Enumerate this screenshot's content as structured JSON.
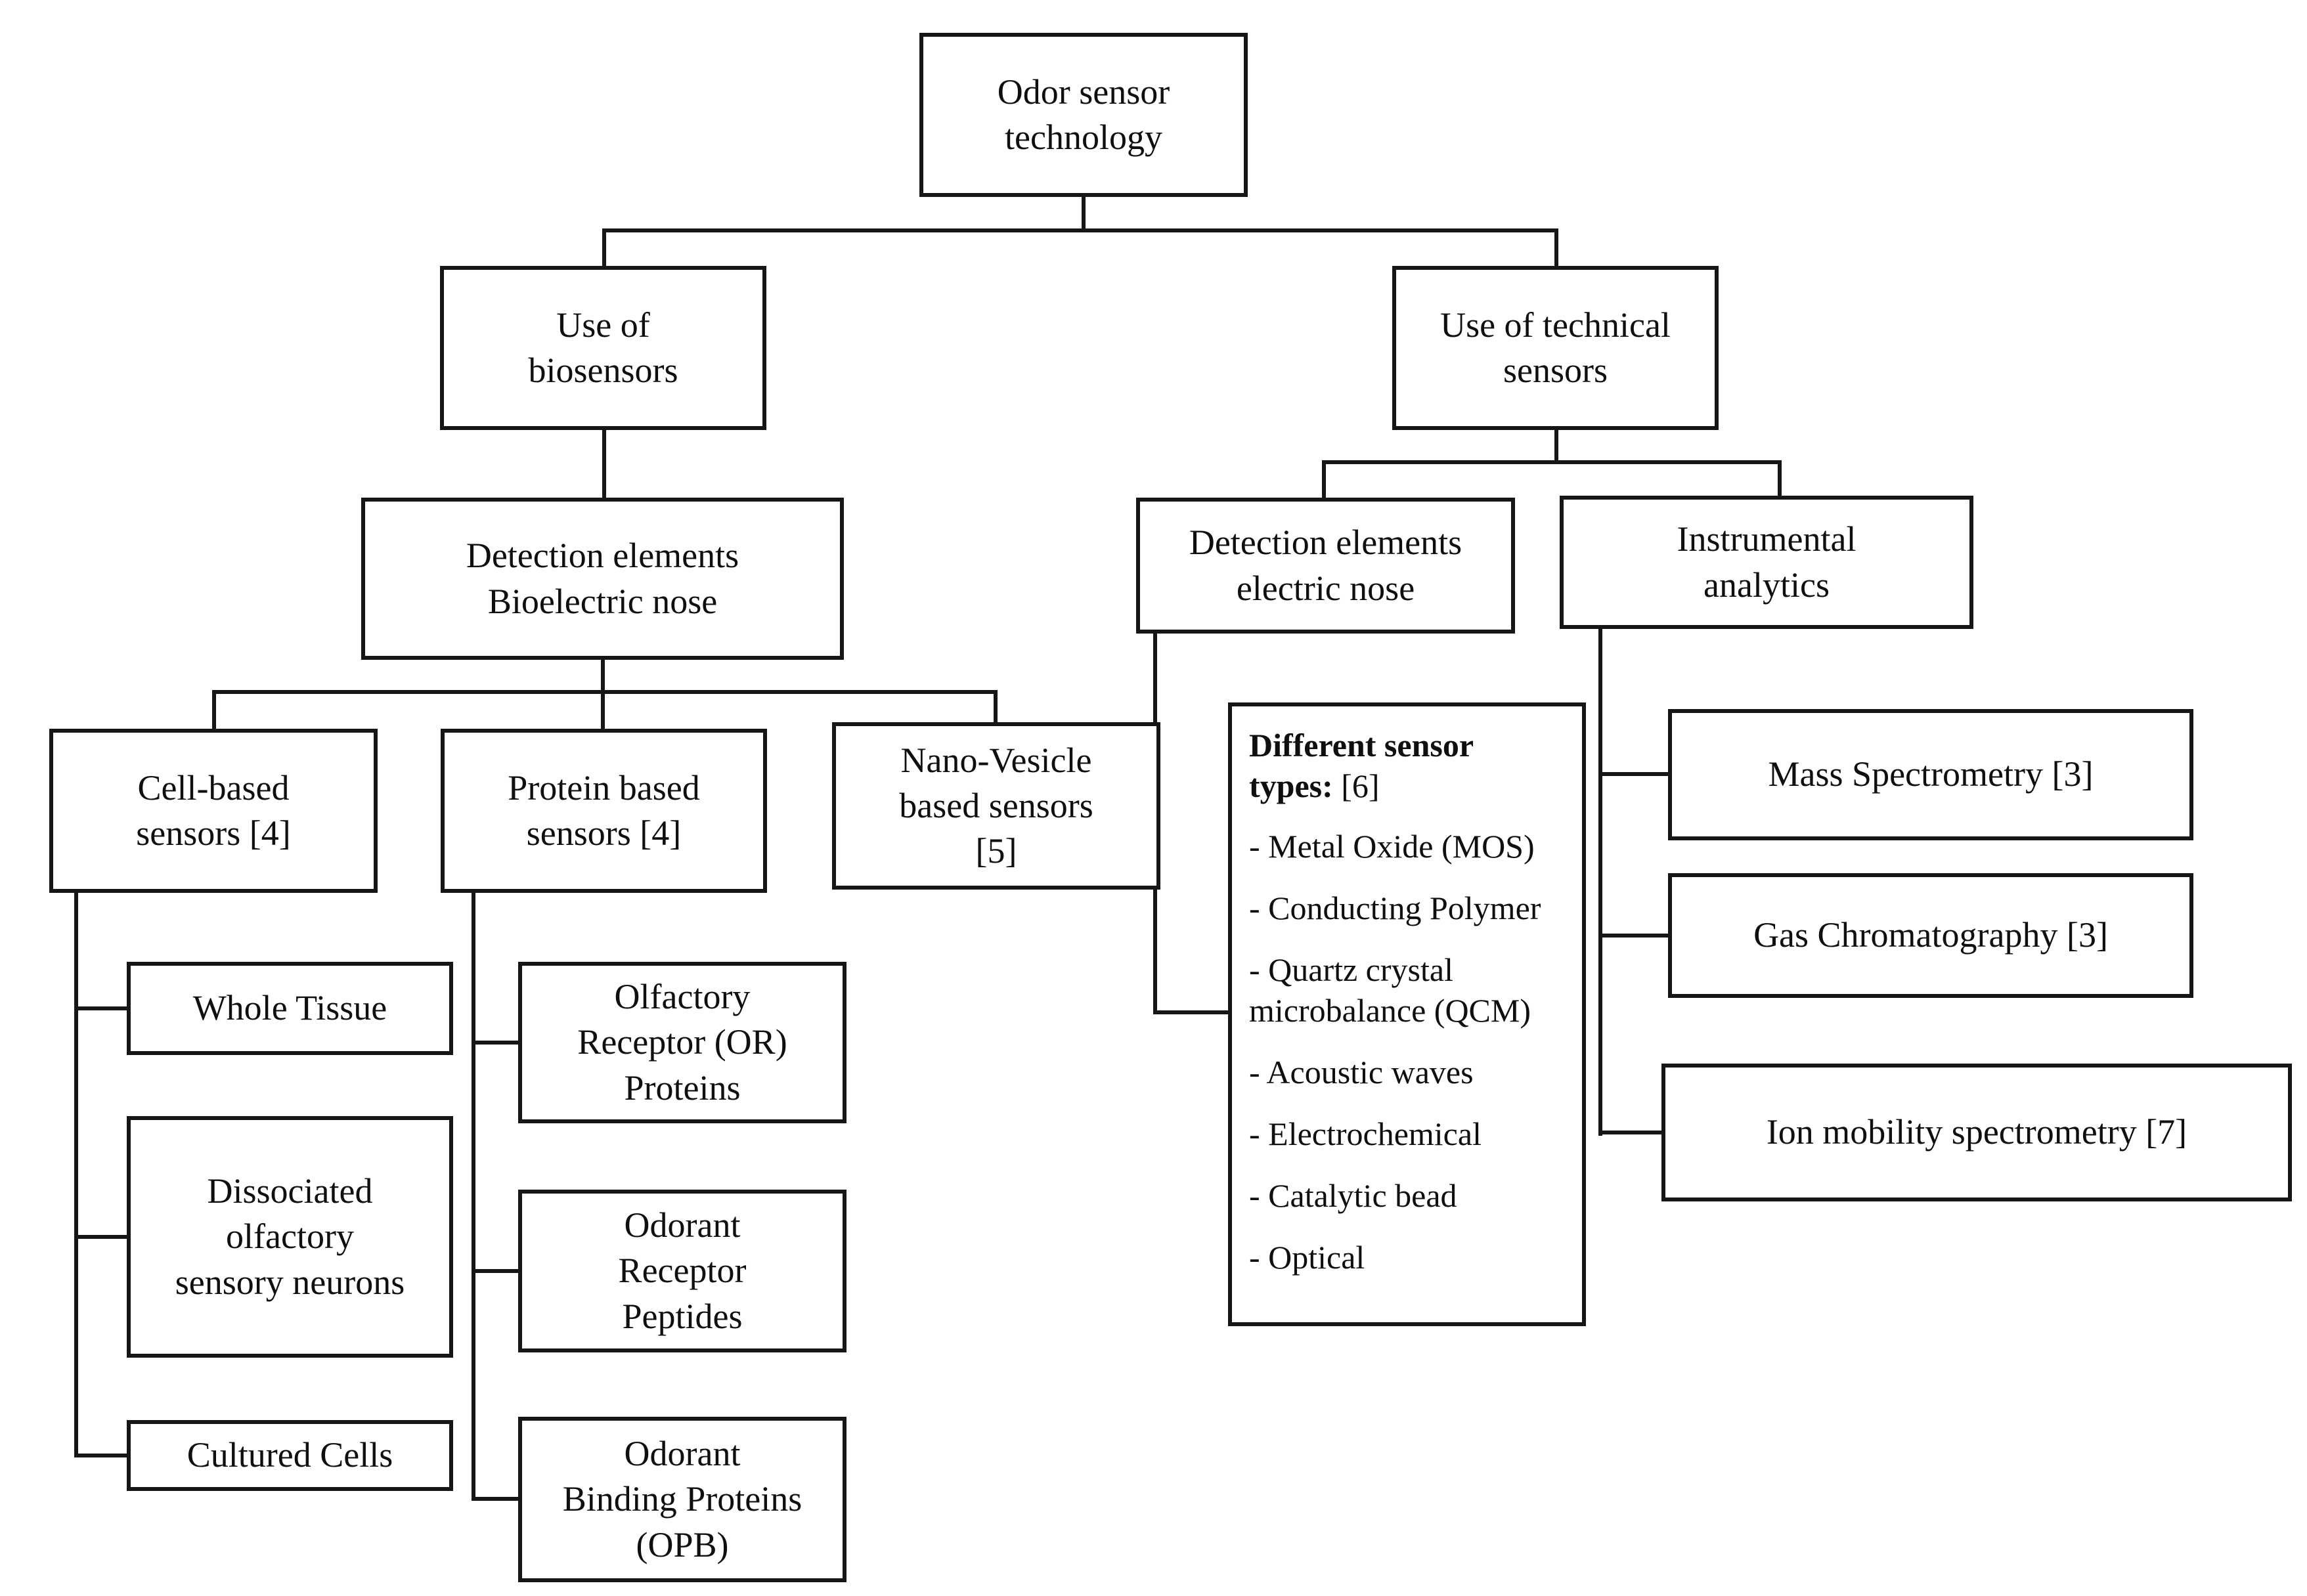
{
  "canvas": {
    "background": "#ffffff",
    "line_color": "#161616",
    "text_color": "#0f0f0f",
    "box_background": "#ffffff"
  },
  "nodes": {
    "root": "Odor sensor\ntechnology",
    "use_of_biosensors": "Use of\nbiosensors",
    "use_of_technical_sensors": "Use of technical\nsensors",
    "detection_bioelectric": "Detection elements\nBioelectric nose",
    "detection_electric": "Detection elements\nelectric nose",
    "instrumental_analytics": "Instrumental\nanalytics",
    "cell_based": "Cell-based\nsensors [4]",
    "protein_based": "Protein based\nsensors [4]",
    "nano_vesicle": "Nano-Vesicle\nbased sensors\n[5]",
    "whole_tissue": "Whole Tissue",
    "dissociated_neurons": "Dissociated\nolfactory\nsensory neurons",
    "cultured_cells": "Cultured Cells",
    "olfactory_receptor_proteins": "Olfactory\nReceptor (OR)\nProteins",
    "odorant_receptor_peptides": "Odorant\nReceptor\nPeptides",
    "odorant_binding_proteins": "Odorant\nBinding Proteins\n(OPB)",
    "mass_spectrometry": "Mass Spectrometry [3]",
    "gas_chromatography": "Gas Chromatography [3]",
    "ion_mobility": "Ion mobility spectrometry [7]"
  },
  "sensor_types_panel": {
    "heading": "Different sensor\ntypes:",
    "reference": "[6]",
    "items": [
      "- Metal Oxide (MOS)",
      "- Conducting Polymer",
      "- Quartz crystal\nmicrobalance (QCM)",
      "- Acoustic waves",
      "- Electrochemical",
      "- Catalytic bead",
      "- Optical"
    ]
  }
}
